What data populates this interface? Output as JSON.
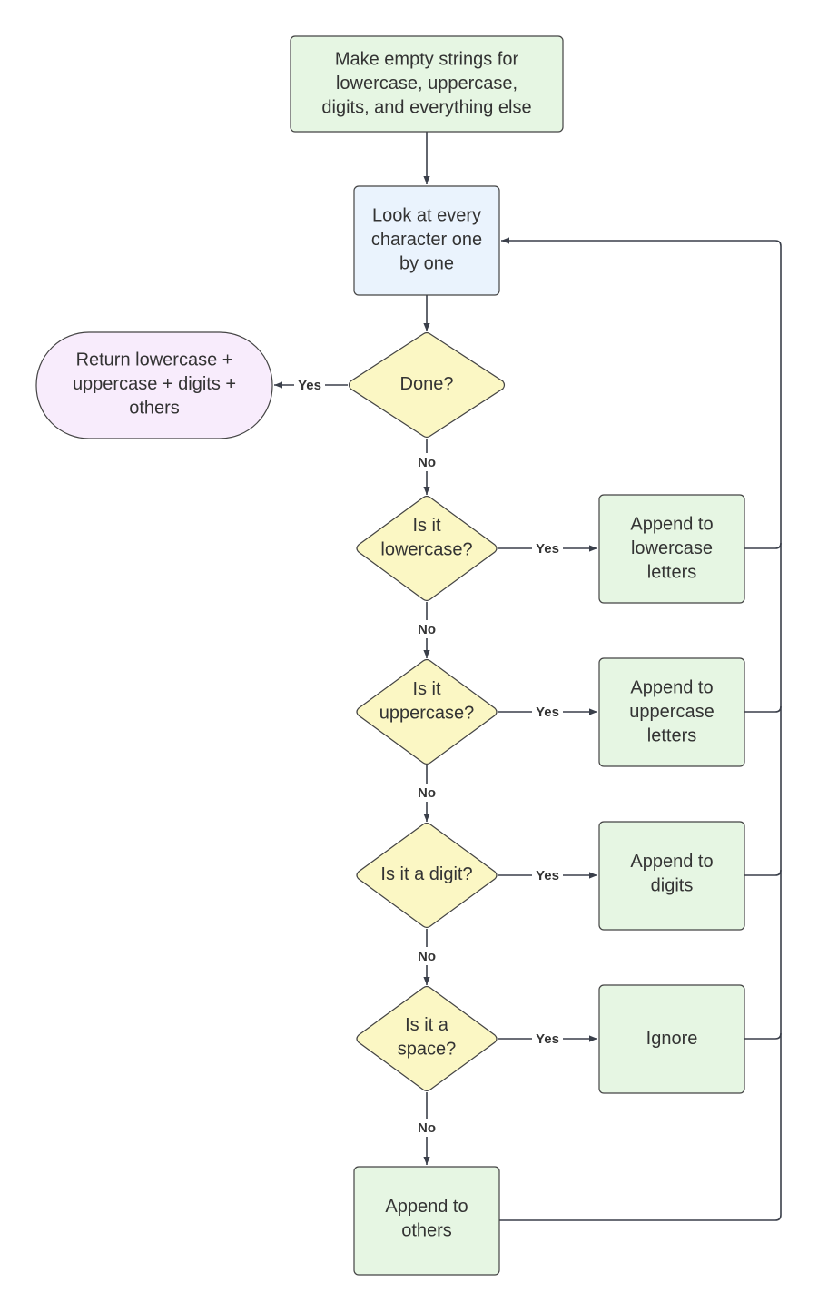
{
  "colors": {
    "green_fill": "#e6f6e3",
    "blue_fill": "#eaf3fd",
    "purple_fill": "#f8ecfc",
    "yellow_fill": "#fbf7c4",
    "stroke": "#444444",
    "edge": "#3a3f4a"
  },
  "nodes": {
    "init": {
      "lines": [
        "Make empty strings for",
        "lowercase, uppercase,",
        "digits, and everything else"
      ]
    },
    "loop": {
      "lines": [
        "Look at every",
        "character one",
        "by one"
      ]
    },
    "done": {
      "lines": [
        "Done?"
      ]
    },
    "return": {
      "lines": [
        "Return lowercase +",
        "uppercase + digits +",
        "others"
      ]
    },
    "is_lower": {
      "lines": [
        "Is it",
        "lowercase?"
      ]
    },
    "append_lower": {
      "lines": [
        "Append to",
        "lowercase",
        "letters"
      ]
    },
    "is_upper": {
      "lines": [
        "Is it",
        "uppercase?"
      ]
    },
    "append_upper": {
      "lines": [
        "Append to",
        "uppercase",
        "letters"
      ]
    },
    "is_digit": {
      "lines": [
        "Is it a digit?"
      ]
    },
    "append_digits": {
      "lines": [
        "Append to",
        "digits"
      ]
    },
    "is_space": {
      "lines": [
        "Is it a",
        "space?"
      ]
    },
    "ignore": {
      "lines": [
        "Ignore"
      ]
    },
    "append_others": {
      "lines": [
        "Append to",
        "others"
      ]
    }
  },
  "edge_labels": {
    "done_yes": "Yes",
    "done_no": "No",
    "lower_yes": "Yes",
    "lower_no": "No",
    "upper_yes": "Yes",
    "upper_no": "No",
    "digit_yes": "Yes",
    "digit_no": "No",
    "space_yes": "Yes",
    "space_no": "No"
  }
}
